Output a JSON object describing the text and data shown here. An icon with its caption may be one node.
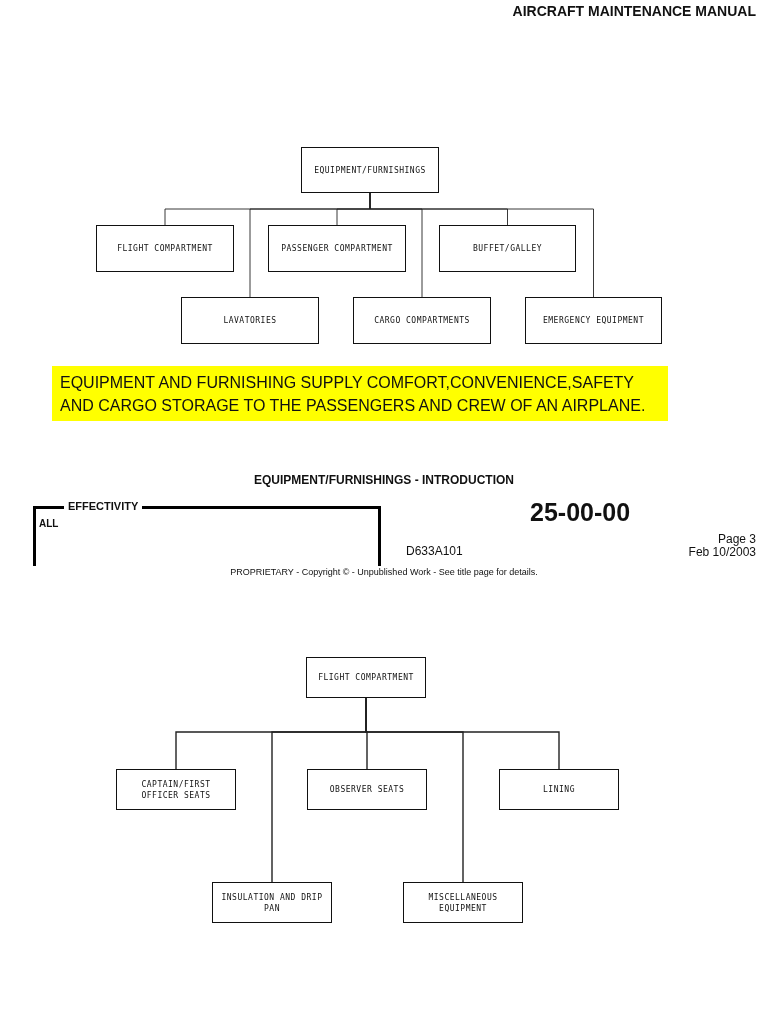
{
  "diagram": {
    "title": "EQUIPMENT/FURNISHINGS - INTRODUCTION",
    "nodes": [
      {
        "text": [
          "EQUIPMENT/FURNISHINGS"
        ]
      },
      {
        "text": [
          "FLIGHT COMPARTMENT"
        ]
      },
      {
        "text": [
          "PASSENGER COMPARTMENT"
        ]
      },
      {
        "text": [
          "BUFFET/GALLEY"
        ]
      },
      {
        "text": [
          "LAVATORIES"
        ]
      },
      {
        "text": [
          "CARGO COMPARTMENTS"
        ]
      },
      {
        "text": [
          "EMERGENCY EQUIPMENT"
        ]
      },
      {
        "text": [
          "EQUIPMENT AND FURNISHING SUPPLY COMFORT,CONVENIENCE,SAFETY AND CARGO STORAGE TO THE PASSENGERS AND CREW OF AN AIRPLANE."
        ]
      },
      {
        "text": [
          "EFFECTIVITY",
          "ALL"
        ]
      },
      {
        "text": [
          "FLIGHT COMPARTMENT"
        ]
      },
      {
        "text": [
          "CAPTAIN/FIRST OFFICER SEATS"
        ]
      },
      {
        "text": [
          "OBSERVER SEATS"
        ]
      },
      {
        "text": [
          "LINING"
        ]
      },
      {
        "text": [
          "INSULATION AND DRIP PAN"
        ]
      },
      {
        "text": [
          "MISCELLANEOUS EQUIPMENT"
        ]
      }
    ],
    "edges": [
      {
        "from": 0,
        "to": 1,
        "arrow": "none"
      },
      {
        "from": 0,
        "to": 4,
        "arrow": "none"
      },
      {
        "from": 0,
        "to": 2,
        "arrow": "none"
      },
      {
        "from": 0,
        "to": 5,
        "arrow": "none"
      },
      {
        "from": 0,
        "to": 3,
        "arrow": "none"
      },
      {
        "from": 0,
        "to": 6,
        "arrow": "none"
      },
      {
        "from": 9,
        "to": 10,
        "arrow": "none"
      },
      {
        "from": 9,
        "to": 13,
        "arrow": "none"
      },
      {
        "from": 9,
        "to": 11,
        "arrow": "none"
      },
      {
        "from": 9,
        "to": 14,
        "arrow": "none"
      },
      {
        "from": 9,
        "to": 12,
        "arrow": "none"
      }
    ],
    "labels": [
      "AIRCRAFT MAINTENANCE MANUAL",
      "25-00-00",
      "D633A101",
      "Page 3",
      "Feb 10/2003",
      "PROPRIETARY - Copyright © - Unpublished Work - See title page for details."
    ]
  }
}
